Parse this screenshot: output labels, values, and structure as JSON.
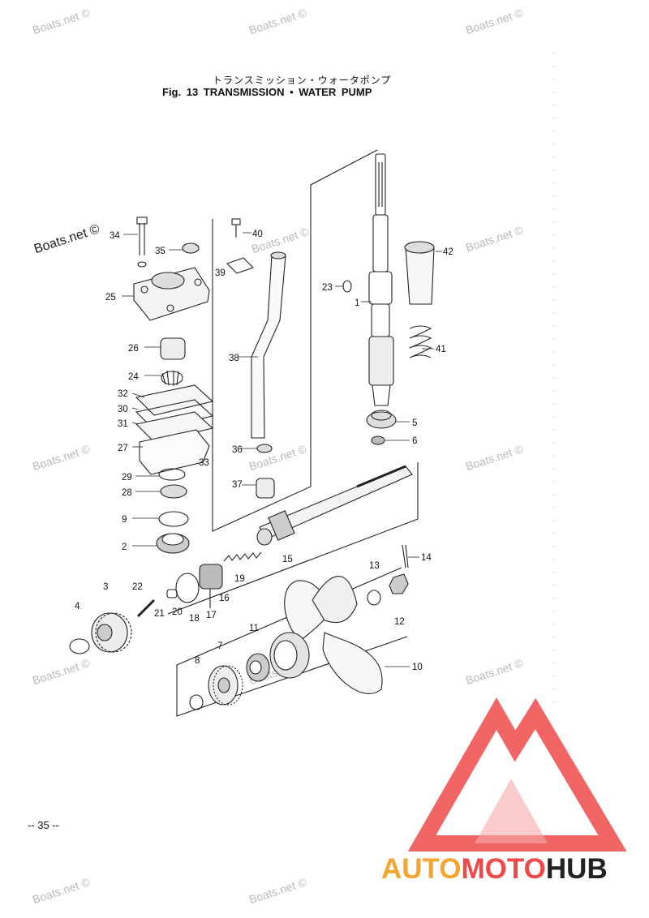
{
  "title": {
    "japanese": "トランスミッション・ウォータポンプ",
    "english": "Fig. 13    TRANSMISSION • WATER PUMP"
  },
  "page_number": "-- 35 --",
  "watermark": "Boats.net ©",
  "brand": {
    "part1": "AUTO",
    "part2": "MOTO",
    "part3": "HUB",
    "colors": {
      "orange": "#f2a52f",
      "red": "#ef4a4a",
      "dark": "#222222"
    }
  },
  "parts": [
    {
      "id": "1"
    },
    {
      "id": "2"
    },
    {
      "id": "3"
    },
    {
      "id": "4"
    },
    {
      "id": "5"
    },
    {
      "id": "6"
    },
    {
      "id": "7"
    },
    {
      "id": "8"
    },
    {
      "id": "9"
    },
    {
      "id": "10"
    },
    {
      "id": "11"
    },
    {
      "id": "12"
    },
    {
      "id": "13"
    },
    {
      "id": "14"
    },
    {
      "id": "15"
    },
    {
      "id": "16"
    },
    {
      "id": "17"
    },
    {
      "id": "18"
    },
    {
      "id": "19"
    },
    {
      "id": "20"
    },
    {
      "id": "21"
    },
    {
      "id": "22"
    },
    {
      "id": "23"
    },
    {
      "id": "24"
    },
    {
      "id": "25"
    },
    {
      "id": "26"
    },
    {
      "id": "27"
    },
    {
      "id": "28"
    },
    {
      "id": "29"
    },
    {
      "id": "30"
    },
    {
      "id": "31"
    },
    {
      "id": "32"
    },
    {
      "id": "33"
    },
    {
      "id": "34"
    },
    {
      "id": "35"
    },
    {
      "id": "36"
    },
    {
      "id": "37"
    },
    {
      "id": "38"
    },
    {
      "id": "39"
    },
    {
      "id": "40"
    },
    {
      "id": "41"
    },
    {
      "id": "42"
    }
  ]
}
